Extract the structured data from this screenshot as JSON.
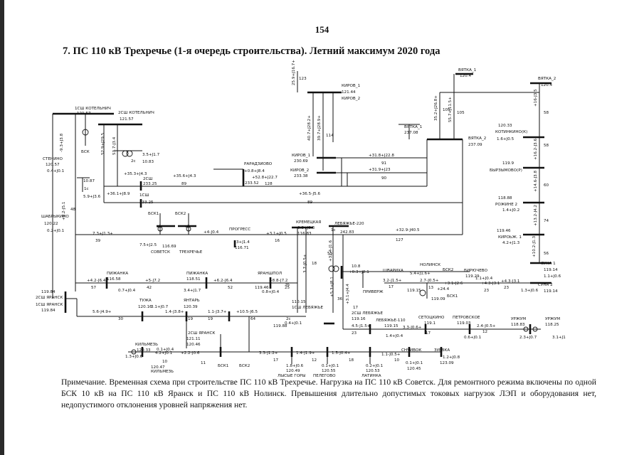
{
  "page": {
    "number": "154",
    "title": "7. ПС 110 кВ Трехречье (1-я очередь строительства). Летний максимум 2020 года",
    "note": "Примечание. Временная схема при строительстве ПС 110 кВ Трехречье. Нагрузка на ПС 110 кВ Советск. Для ремонтного режима включены по одной БСК 10 кВ на ПС 110 кВ Яранск и ПС 110 кВ Нолинск. Превышения длительно допустимых токовых нагрузок ЛЭП и оборудования нет, недопустимого отклонения уровней напряжения нет."
  },
  "scheme": {
    "labels": [
      {
        "t": "1СШ КОТЕЛЬНИЧ"
      },
      {
        "t": "121.57"
      },
      {
        "t": "2СШ КОТЕЛЬНИЧ"
      },
      {
        "t": "121.57"
      },
      {
        "t": "БСК"
      },
      {
        "t": "-9.3+J3.8"
      },
      {
        "t": "52.9+J29.5"
      },
      {
        "t": "53.7-J3.4"
      },
      {
        "t": "2с"
      },
      {
        "t": "10.83"
      },
      {
        "t": "3.5+J1.7"
      },
      {
        "t": "+35.3+J4.3"
      },
      {
        "t": "+35.6+J4.3"
      },
      {
        "t": "2СШ"
      },
      {
        "t": "233.25"
      },
      {
        "t": "89"
      },
      {
        "t": "РАРАДЗИОВО"
      },
      {
        "t": "+0.8+J8.4"
      },
      {
        "t": "233.52"
      },
      {
        "t": "+52.8+J22.7"
      },
      {
        "t": "128"
      },
      {
        "t": "10.87"
      },
      {
        "t": "1с"
      },
      {
        "t": "5.9+J3.6"
      },
      {
        "t": "+36.1+J8.9"
      },
      {
        "t": "1СШ"
      },
      {
        "t": "233.25"
      },
      {
        "t": "+36.5-J5.6"
      },
      {
        "t": "89"
      },
      {
        "t": "СТЕНИНО"
      },
      {
        "t": "120.57"
      },
      {
        "t": "0.4+J0.1"
      },
      {
        "t": "+8.2-J5.1"
      },
      {
        "t": "48"
      },
      {
        "t": "ШАБРЫКИНО"
      },
      {
        "t": "120.22"
      },
      {
        "t": "0.2+J0.1"
      },
      {
        "t": "25.9+J16.7+"
      },
      {
        "t": "123"
      },
      {
        "t": "КИРОВ_1"
      },
      {
        "t": "121.44"
      },
      {
        "t": "КИРОВ_2"
      },
      {
        "t": "40.7+J28.2+"
      },
      {
        "t": "39.7+J28.9+"
      },
      {
        "t": "114"
      },
      {
        "t": "КИРОВ_1"
      },
      {
        "t": "230.69"
      },
      {
        "t": "КИРОВ_2"
      },
      {
        "t": "233.38"
      },
      {
        "t": "+31.8+J22.8"
      },
      {
        "t": "91"
      },
      {
        "t": "+31.9+J23"
      },
      {
        "t": "90"
      },
      {
        "t": "ВЯТКА_1"
      },
      {
        "t": "120.4"
      },
      {
        "t": "35.2+J26.8+"
      },
      {
        "t": "105"
      },
      {
        "t": "55.7+J11.5+"
      },
      {
        "t": "105"
      },
      {
        "t": "ВЯТКА_1"
      },
      {
        "t": "237.08"
      },
      {
        "t": "ВЯТКА_2"
      },
      {
        "t": "237.09"
      },
      {
        "t": "ВЯТКА_2"
      },
      {
        "t": "120.4"
      },
      {
        "t": "+16-J3.5"
      },
      {
        "t": "58"
      },
      {
        "t": "120.33"
      },
      {
        "t": "КОТИНКИНО(К)"
      },
      {
        "t": "1.6+J0.5"
      },
      {
        "t": "+16.2-J3.6"
      },
      {
        "t": "58"
      },
      {
        "t": "119.9"
      },
      {
        "t": "БЫРЗЫМОВО(Р)"
      },
      {
        "t": "+14.6-J3.8"
      },
      {
        "t": "60"
      },
      {
        "t": "118.88"
      },
      {
        "t": "РОЖИНЕ 2"
      },
      {
        "t": "1.4+J0.2"
      },
      {
        "t": "+13.2-J4.2"
      },
      {
        "t": "74"
      },
      {
        "t": "119.46"
      },
      {
        "t": "КИРОЬЖ. 1"
      },
      {
        "t": "4.2+J1.3"
      },
      {
        "t": "+10.2-J1.3"
      },
      {
        "t": "56"
      },
      {
        "t": "СУНА 1"
      },
      {
        "t": "119.14"
      },
      {
        "t": "1.1+J0.6"
      },
      {
        "t": "СУНА 2"
      },
      {
        "t": "119.14"
      },
      {
        "t": "1.3+J0.6"
      },
      {
        "t": "+4.3-J3.1"
      },
      {
        "t": "23"
      },
      {
        "t": "БСК1"
      },
      {
        "t": "БСК2"
      },
      {
        "t": "c1"
      },
      {
        "t": "c2"
      },
      {
        "t": "7.3+J1.3+"
      },
      {
        "t": "39"
      },
      {
        "t": "+4-J0.4"
      },
      {
        "t": "ПРОГРЕСС"
      },
      {
        "t": "+3.1+J0.5"
      },
      {
        "t": "16"
      },
      {
        "t": "7.5+J2.5"
      },
      {
        "t": "116.69"
      },
      {
        "t": "СОВЕТСК"
      },
      {
        "t": "ТРЕХРЕЧЬЕ"
      },
      {
        "t": "3+J1.4"
      },
      {
        "t": "116.71"
      },
      {
        "t": "КРЕМЕЦКАЯ"
      },
      {
        "t": "0.8+J0.3"
      },
      {
        "t": "116.83"
      },
      {
        "t": "ЛЕБЯЖЬЕ-220"
      },
      {
        "t": "242.83"
      },
      {
        "t": "1с"
      },
      {
        "t": "+32.9-J40.5"
      },
      {
        "t": "127"
      },
      {
        "t": "3.7-J0.5+"
      },
      {
        "t": "18"
      },
      {
        "t": "+32.4-J1.6"
      },
      {
        "t": "55"
      },
      {
        "t": "+5.3+J8.1"
      },
      {
        "t": "36"
      },
      {
        "t": "+3.1+J4.4"
      },
      {
        "t": "17"
      },
      {
        "t": "ПИЖАНКА"
      },
      {
        "t": "116.58"
      },
      {
        "t": "+4.2-J6.4"
      },
      {
        "t": "57"
      },
      {
        "t": "+5-J7.2"
      },
      {
        "t": "42"
      },
      {
        "t": "ПИЖАНКА"
      },
      {
        "t": "118.51"
      },
      {
        "t": "+6.2-J6.4"
      },
      {
        "t": "52"
      },
      {
        "t": "ЯРАНШПОЛ"
      },
      {
        "t": "+8.8-J7.2"
      },
      {
        "t": "25"
      },
      {
        "t": "0.7+J0.4"
      },
      {
        "t": "3.4+J1.7"
      },
      {
        "t": "119.46"
      },
      {
        "t": "0.8+J0.4"
      },
      {
        "t": "36"
      },
      {
        "t": "110.15"
      },
      {
        "t": "1СШ ЛЕБЯЖЬЕ"
      },
      {
        "t": "119.84"
      },
      {
        "t": "2СШ ЯРАНСК"
      },
      {
        "t": "1СШ ЯРАНСК"
      },
      {
        "t": "119.84"
      },
      {
        "t": "ТУЖА"
      },
      {
        "t": "120.16"
      },
      {
        "t": "3.1+J0.7"
      },
      {
        "t": "1.4-J3.8+"
      },
      {
        "t": "19"
      },
      {
        "t": "ЯНТАРЬ"
      },
      {
        "t": "120.39"
      },
      {
        "t": "1.1-J3.7+"
      },
      {
        "t": "19"
      },
      {
        "t": "5.6-J4.9+"
      },
      {
        "t": "30"
      },
      {
        "t": "+10.5-J6.5"
      },
      {
        "t": "64"
      },
      {
        "t": "2с"
      },
      {
        "t": "119.88"
      },
      {
        "t": "0.4+J0.1"
      },
      {
        "t": "10.8"
      },
      {
        "t": "+0.3+J0.1"
      },
      {
        "t": "ПРИВЕРЖ"
      },
      {
        "t": "ШВАРИХА"
      },
      {
        "t": "3.2-J1.5+"
      },
      {
        "t": "17"
      },
      {
        "t": "119.15"
      },
      {
        "t": "НОЛИНСК"
      },
      {
        "t": "5.4+J1.6+"
      },
      {
        "t": "БСК2"
      },
      {
        "t": "2.7-J0.5+"
      },
      {
        "t": "13"
      },
      {
        "t": "+3.1-J2.6"
      },
      {
        "t": "БИРЮЧЕВО"
      },
      {
        "t": "119.29"
      },
      {
        "t": "1.1+J0.4"
      },
      {
        "t": "+4.3-J3.1"
      },
      {
        "t": "23"
      },
      {
        "t": "+24.4"
      },
      {
        "t": "119.09"
      },
      {
        "t": "БСК1"
      },
      {
        "t": "2СШ ЛЕБЯЖЬЕ"
      },
      {
        "t": "119.16"
      },
      {
        "t": "ЛЕБЯЖЬЕ-110"
      },
      {
        "t": "119.15"
      },
      {
        "t": "4.5-J1.5+"
      },
      {
        "t": "23"
      },
      {
        "t": "СЕТОЦКИНО"
      },
      {
        "t": "119.1"
      },
      {
        "t": "3.3-J0.6+"
      },
      {
        "t": "17"
      },
      {
        "t": "1.4+J0.4"
      },
      {
        "t": "ПЕТРОВСКОЕ"
      },
      {
        "t": "119.03"
      },
      {
        "t": "0.6+J0.1"
      },
      {
        "t": "2.4-J0.5+"
      },
      {
        "t": "12"
      },
      {
        "t": "УРЖУМ"
      },
      {
        "t": "118.83"
      },
      {
        "t": "2.3+J0.7"
      },
      {
        "t": "УРЖУМ"
      },
      {
        "t": "118.25"
      },
      {
        "t": "3.1+J1"
      },
      {
        "t": "КИЛЬМЕЗЬ"
      },
      {
        "t": "120.33"
      },
      {
        "t": "1.3+J0.6"
      },
      {
        "t": "4.2+J0.1"
      },
      {
        "t": "10"
      },
      {
        "t": "0.1+J0.4"
      },
      {
        "t": "120.47"
      },
      {
        "t": "КИЛЬМЕЗЬ"
      },
      {
        "t": "+2.2-J0.6"
      },
      {
        "t": "11"
      },
      {
        "t": "2СШ ЯРАНСК"
      },
      {
        "t": "121.11"
      },
      {
        "t": "120.46"
      },
      {
        "t": "БСК1"
      },
      {
        "t": "БСК2"
      },
      {
        "t": "3.3-J1.2+"
      },
      {
        "t": "17"
      },
      {
        "t": "1.4-J1.9+"
      },
      {
        "t": "12"
      },
      {
        "t": "1.5-J0.4+"
      },
      {
        "t": "18"
      },
      {
        "t": "1.8+J0.6"
      },
      {
        "t": "120.49"
      },
      {
        "t": "ЛЫСЫЕ ГОРЫ"
      },
      {
        "t": "0.1+J0.1"
      },
      {
        "t": "120.55"
      },
      {
        "t": "ПЕЛЕГОВО"
      },
      {
        "t": "0.2+J0.1"
      },
      {
        "t": "120.53"
      },
      {
        "t": "ЛАТИНКА"
      },
      {
        "t": "СНЧИВОК"
      },
      {
        "t": "1.1-J0.5+"
      },
      {
        "t": "10"
      },
      {
        "t": "0.1+J0.1"
      },
      {
        "t": "120.45"
      },
      {
        "t": "ЗУЕВКА"
      },
      {
        "t": "1.2+J0.8"
      },
      {
        "t": "123.09"
      }
    ]
  }
}
